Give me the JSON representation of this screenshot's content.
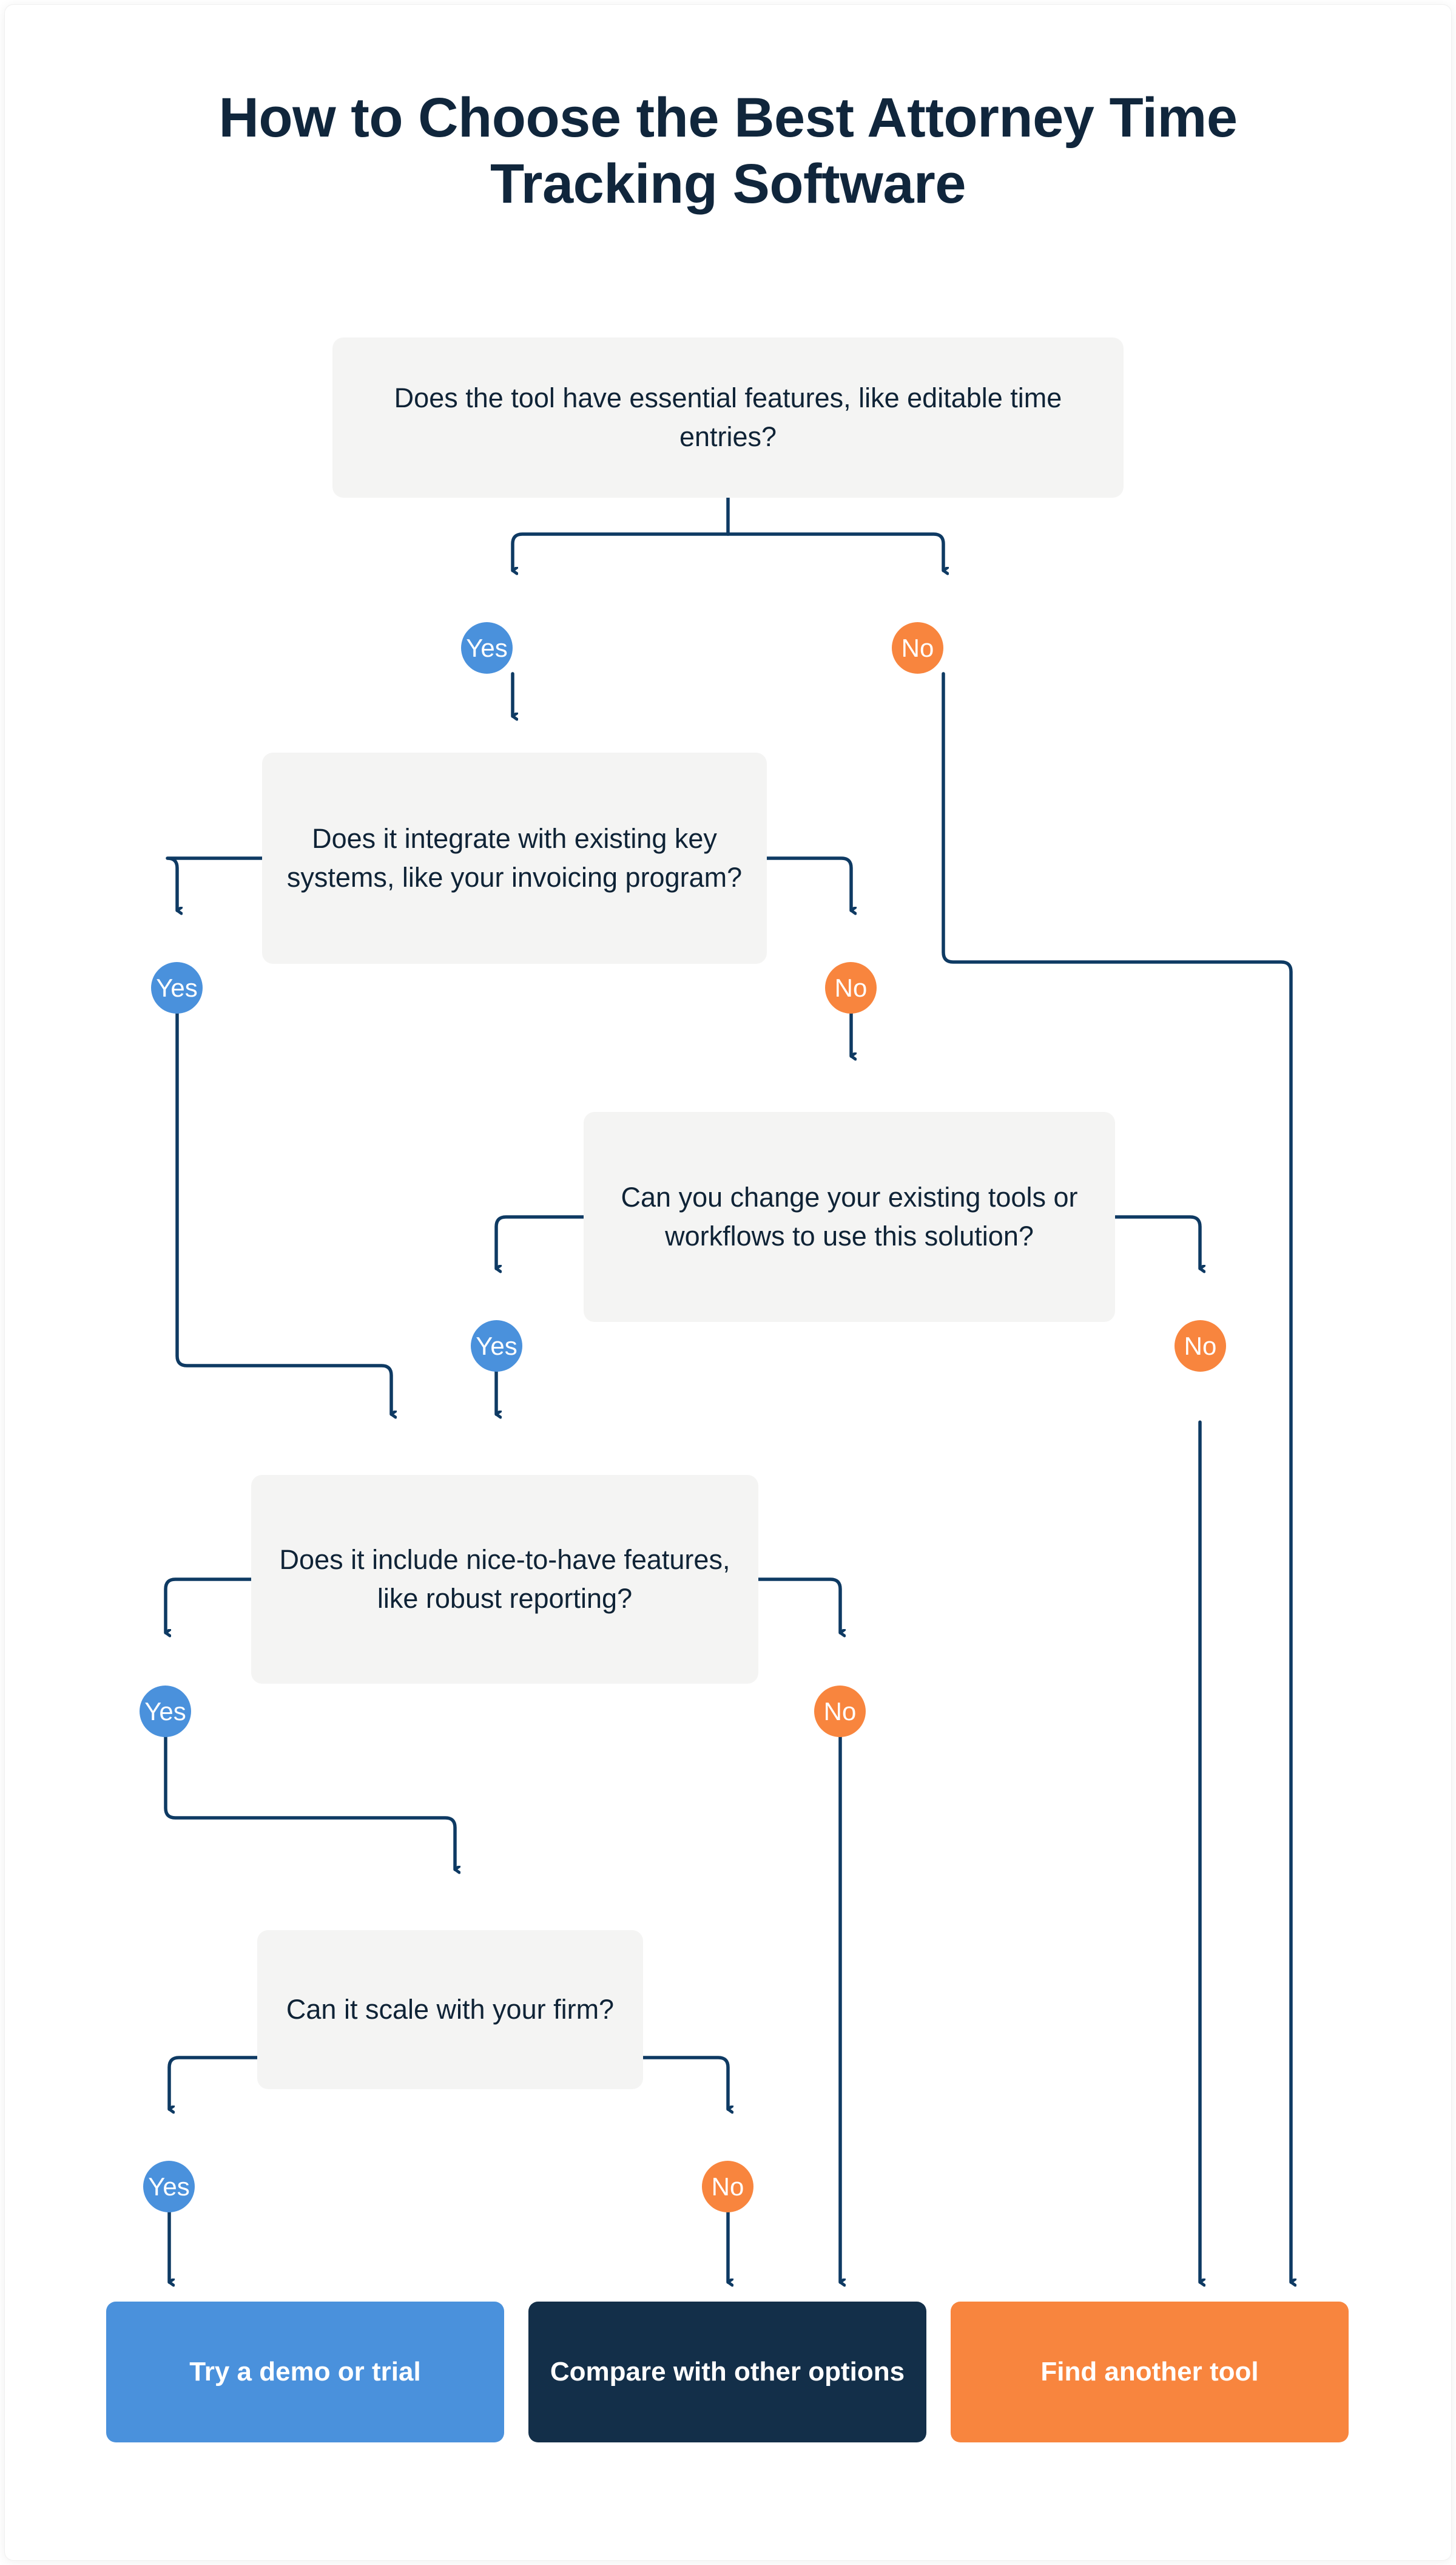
{
  "title": "How to Choose the Best Attorney Time Tracking Software",
  "colors": {
    "yes_blue": "#4a91dc",
    "no_orange": "#f8853e",
    "navy": "#132f49",
    "box_gray": "#f4f4f3",
    "connector": "#0e3a63",
    "title_text": "#10263c",
    "page_bg": "#ffffff"
  },
  "labels": {
    "yes": "Yes",
    "no": "No"
  },
  "chart_data": {
    "type": "flowchart",
    "title": "How to Choose the Best Attorney Time Tracking Software",
    "nodes": [
      {
        "id": "q1",
        "kind": "decision",
        "text": "Does the tool have essential features, like editable time entries?"
      },
      {
        "id": "q2",
        "kind": "decision",
        "text": "Does it integrate with existing key systems, like your invoicing program?"
      },
      {
        "id": "q3",
        "kind": "decision",
        "text": "Can you change your existing tools or workflows to use this solution?"
      },
      {
        "id": "q4",
        "kind": "decision",
        "text": "Does it include nice-to-have features, like robust reporting?"
      },
      {
        "id": "q5",
        "kind": "decision",
        "text": "Can it scale with your firm?"
      },
      {
        "id": "o1",
        "kind": "outcome",
        "text": "Try a demo or trial",
        "color": "#4a91dc"
      },
      {
        "id": "o2",
        "kind": "outcome",
        "text": "Compare with other options",
        "color": "#132f49"
      },
      {
        "id": "o3",
        "kind": "outcome",
        "text": "Find another tool",
        "color": "#f8853e"
      }
    ],
    "edges": [
      {
        "from": "q1",
        "label": "Yes",
        "to": "q2"
      },
      {
        "from": "q1",
        "label": "No",
        "to": "o3"
      },
      {
        "from": "q2",
        "label": "Yes",
        "to": "q4"
      },
      {
        "from": "q2",
        "label": "No",
        "to": "q3"
      },
      {
        "from": "q3",
        "label": "Yes",
        "to": "q4"
      },
      {
        "from": "q3",
        "label": "No",
        "to": "o3"
      },
      {
        "from": "q4",
        "label": "Yes",
        "to": "q5"
      },
      {
        "from": "q4",
        "label": "No",
        "to": "o2"
      },
      {
        "from": "q5",
        "label": "Yes",
        "to": "o1"
      },
      {
        "from": "q5",
        "label": "No",
        "to": "o2"
      }
    ]
  },
  "boxes": {
    "q1": "Does the tool have essential features, like editable time entries?",
    "q2": "Does it integrate with existing key systems, like your invoicing program?",
    "q3": "Can you change your existing tools or workflows to use this solution?",
    "q4": "Does it include nice-to-have features, like robust reporting?",
    "q5": "Can it scale with your firm?"
  },
  "outcomes": {
    "try_demo": "Try a demo or trial",
    "compare": "Compare with other options",
    "find_another": "Find another tool"
  }
}
